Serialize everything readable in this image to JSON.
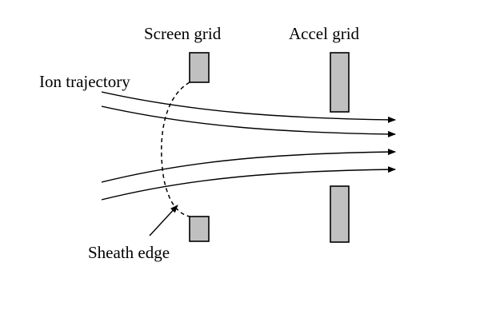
{
  "labels": {
    "screen_grid": "Screen grid",
    "accel_grid": "Accel grid",
    "ion_trajectory": "Ion trajectory",
    "sheath_edge": "Sheath edge"
  },
  "colors": {
    "grid_fill": "#c0c0c0",
    "stroke": "#000000",
    "background": "#ffffff"
  },
  "components": {
    "screen_grid_electrodes": 2,
    "accel_grid_electrodes": 2,
    "ion_trajectories": 4
  }
}
